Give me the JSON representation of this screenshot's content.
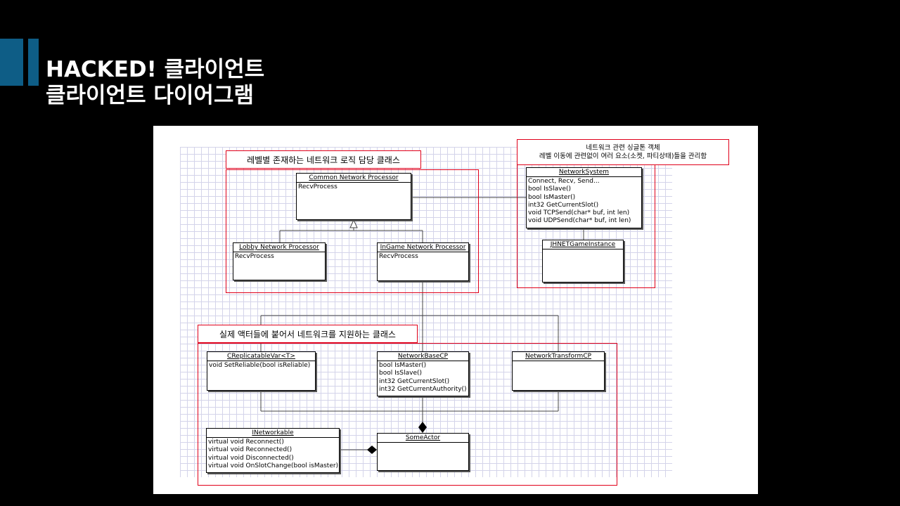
{
  "slide": {
    "title_line1": "HACKED! 클라이언트",
    "title_line2": "클라이언트 다이어그램",
    "accent_color": "#0e5d86"
  },
  "diagram": {
    "groups": {
      "network_logic_label": "레벨별 존재하는 네트워크 로직 담당 클래스",
      "singleton_label_line1": "네트워크 관련 싱글톤 객체",
      "singleton_label_line2": "레벨 이동에 관련없이 여러 요소(소켓, 파티상태)들을 관리함",
      "actor_support_label": "실제 액터들에 붙어서 네트워크를 지원하는 클래스",
      "border_color": "#e0001a"
    },
    "classes": {
      "common": {
        "name": "Common Network Processor",
        "members": [
          "RecvProcess"
        ]
      },
      "lobby": {
        "name": "Lobby Network Processor",
        "members": [
          "RecvProcess"
        ]
      },
      "ingame": {
        "name": "InGame Network Processor",
        "members": [
          "RecvProcess"
        ]
      },
      "network_system": {
        "name": "NetworkSystem",
        "members": [
          "Connect, Recv, Send...",
          "bool IsSlave()",
          "bool IsMaster()",
          "int32 GetCurrentSlot()",
          "void TCPSend(char* buf, int len)",
          "void UDPSend(char* buf, int len)"
        ]
      },
      "game_instance": {
        "name": "JHNETGameInstance",
        "members": []
      },
      "replicatable": {
        "name": "CReplicatableVar<T>",
        "members": [
          "void SetReliable(bool isReliable)"
        ]
      },
      "network_base": {
        "name": "NetworkBaseCP",
        "members": [
          "bool IsMaster()",
          "bool IsSlave()",
          "int32 GetCurrentSlot()",
          "int32 GetCurrentAuthority()"
        ]
      },
      "network_transform": {
        "name": "NetworkTransformCP",
        "members": []
      },
      "inetworkable": {
        "name": "INetworkable",
        "members": [
          "virtual void Reconnect()",
          "virtual void Reconnected()",
          "virtual void Disconnected()",
          "virtual void OnSlotChange(bool isMaster)"
        ]
      },
      "some_actor": {
        "name": "SomeActor",
        "members": []
      }
    }
  }
}
